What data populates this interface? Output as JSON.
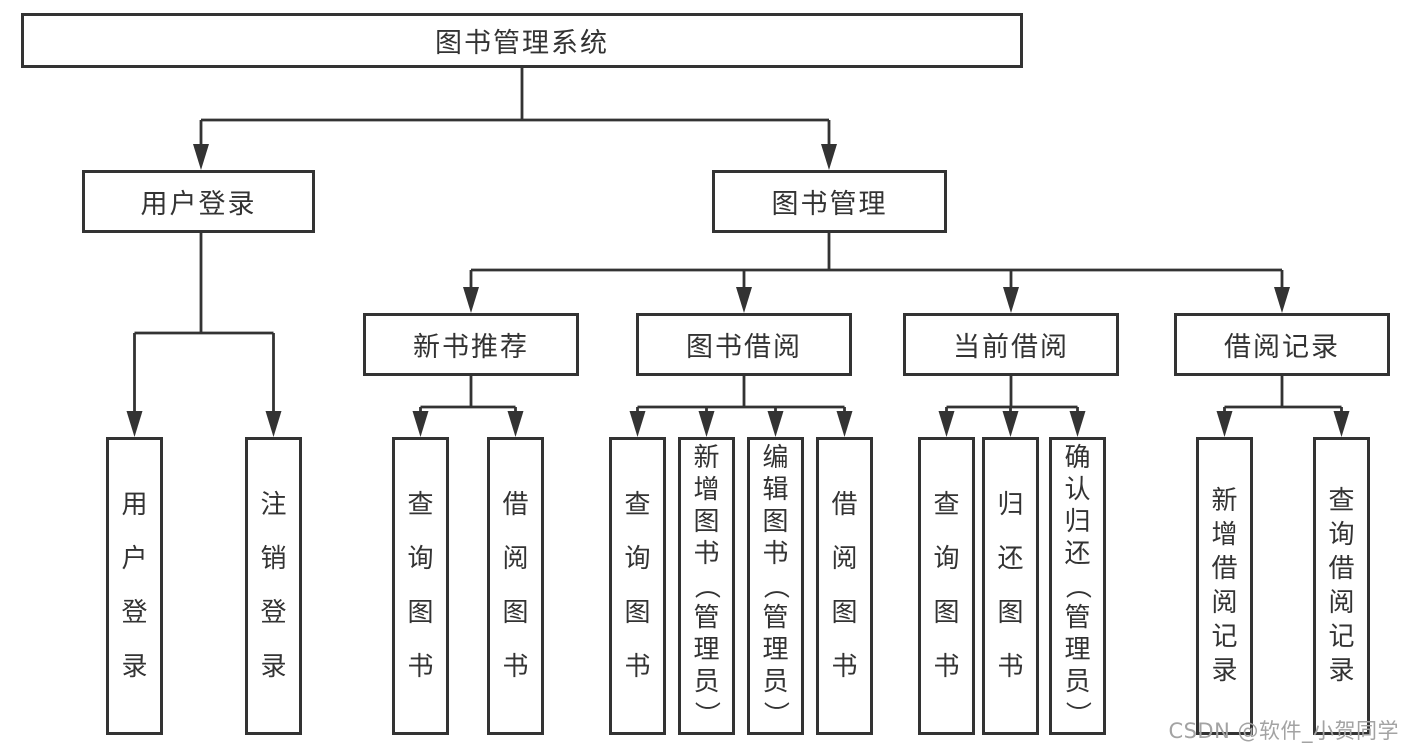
{
  "colors": {
    "line": "#333333",
    "text": "#333333",
    "box_fill": "#ffffff",
    "watermark": "#a3a3a3",
    "background": "#ffffff"
  },
  "watermark": {
    "text": "CSDN @软件_小贺同学"
  },
  "diagram": {
    "root": {
      "label": "图书管理系统"
    },
    "level2": [
      {
        "label": "用户登录"
      },
      {
        "label": "图书管理"
      }
    ],
    "level3": [
      {
        "label": "新书推荐"
      },
      {
        "label": "图书借阅"
      },
      {
        "label": "当前借阅"
      },
      {
        "label": "借阅记录"
      }
    ],
    "leaves": {
      "user_login": [
        {
          "label": "用户登录"
        },
        {
          "label": "注销登录"
        }
      ],
      "new_book": [
        {
          "label": "查询图书"
        },
        {
          "label": "借阅图书"
        }
      ],
      "book_borrow": [
        {
          "label": "查询图书"
        },
        {
          "label": "新增图书（管理员）"
        },
        {
          "label": "编辑图书（管理员）"
        },
        {
          "label": "借阅图书"
        }
      ],
      "current_borrow": [
        {
          "label": "查询图书"
        },
        {
          "label": "归还图书"
        },
        {
          "label": "确认归还（管理员）"
        }
      ],
      "borrow_record": [
        {
          "label": "新增借阅记录"
        },
        {
          "label": "查询借阅记录"
        }
      ]
    }
  }
}
